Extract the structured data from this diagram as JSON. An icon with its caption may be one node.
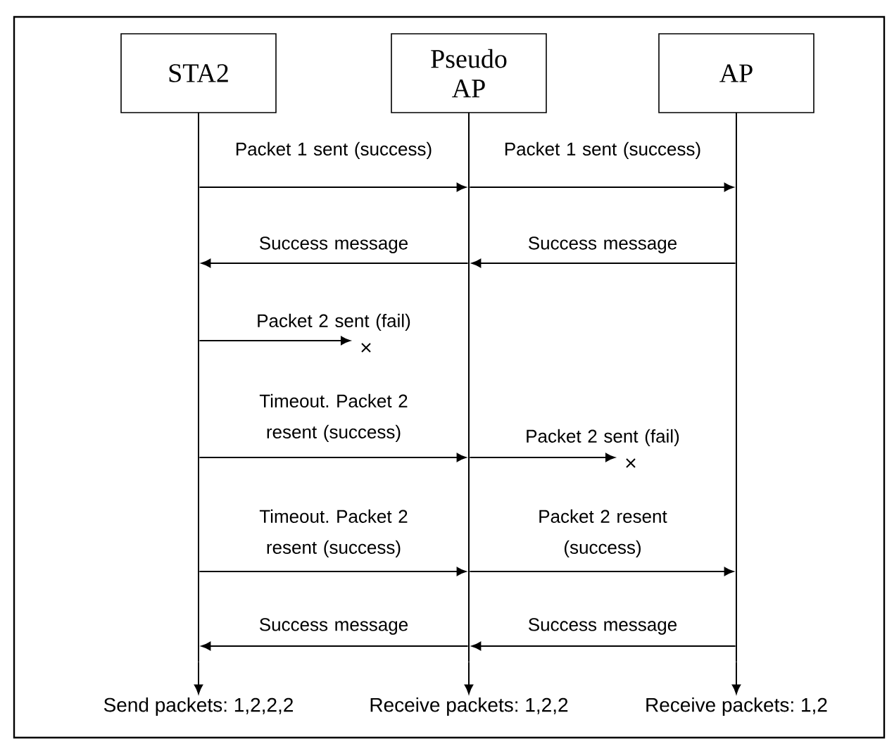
{
  "diagram": {
    "nodes": [
      {
        "text": [
          "STA2"
        ]
      },
      {
        "text": [
          "Pseudo AP"
        ]
      },
      {
        "text": [
          "AP"
        ]
      },
      {
        "text": [],
        "shape": "line"
      },
      {
        "text": [],
        "shape": "line"
      },
      {
        "text": [],
        "shape": "line"
      },
      {
        "text": [
          "Send packets: 1,2,2,2"
        ]
      },
      {
        "text": [
          "Receive packets: 1,2,2"
        ]
      },
      {
        "text": [
          "Receive packets: 1,2"
        ]
      }
    ],
    "edges": [
      {
        "from": 3,
        "to": 4,
        "arrow": "to",
        "label": "Packet 1 sent (success)"
      },
      {
        "from": 4,
        "to": 5,
        "arrow": "to",
        "label": "Packet 1 sent (success)"
      },
      {
        "from": 4,
        "to": 3,
        "arrow": "to",
        "label": "Success message"
      },
      {
        "from": 5,
        "to": 4,
        "arrow": "to",
        "label": "Success message"
      },
      {
        "from": 3,
        "to": null,
        "arrow": "to",
        "label": "Packet 2 sent (fail)"
      },
      {
        "from": 3,
        "to": 4,
        "arrow": "to",
        "label": "Timeout. Packet 2 resent (success)"
      },
      {
        "from": 4,
        "to": null,
        "arrow": "to",
        "label": "Packet 2 sent (fail)"
      },
      {
        "from": 3,
        "to": 4,
        "arrow": "to",
        "label": "Timeout. Packet 2 resent (success)"
      },
      {
        "from": 4,
        "to": 5,
        "arrow": "to",
        "label": "Packet 2 resent (success)"
      },
      {
        "from": 4,
        "to": 3,
        "arrow": "to",
        "label": "Success message"
      },
      {
        "from": 5,
        "to": 4,
        "arrow": "to",
        "label": "Success message"
      },
      {
        "from": 3,
        "to": 6,
        "arrow": "to"
      },
      {
        "from": 4,
        "to": 7,
        "arrow": "to"
      },
      {
        "from": 5,
        "to": 8,
        "arrow": "to"
      }
    ]
  }
}
